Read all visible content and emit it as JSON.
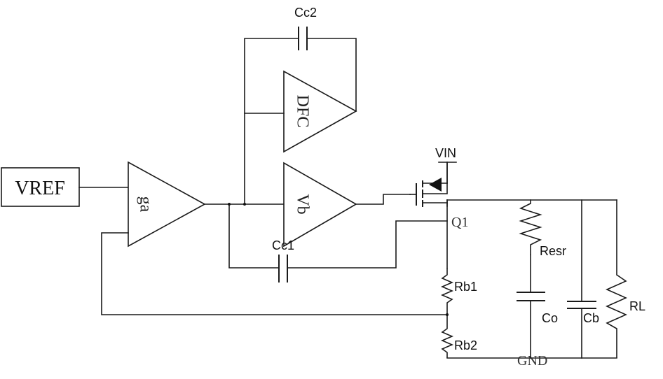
{
  "vref": {
    "label": "VREF"
  },
  "amplifiers": {
    "ga": "ga",
    "vb": "Vb",
    "dfc": "DFC"
  },
  "transistor": {
    "label": "Q1",
    "supply": "VIN"
  },
  "capacitors": {
    "cc1": "Cc1",
    "cc2": "Cc2",
    "co": "Co",
    "cb": "Cb"
  },
  "resistors": {
    "rb1": "Rb1",
    "rb2": "Rb2",
    "resr": "Resr",
    "rl": "RL"
  },
  "ground": {
    "label": "GND"
  }
}
